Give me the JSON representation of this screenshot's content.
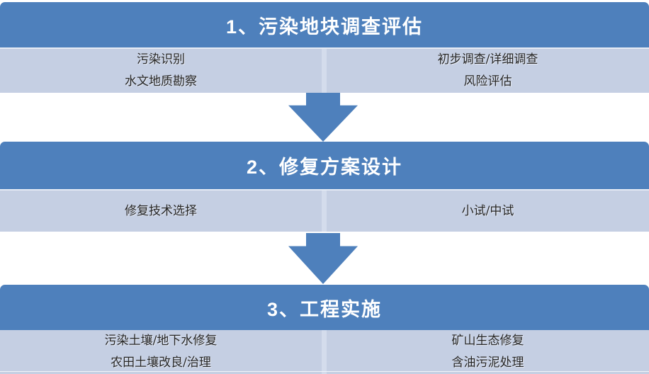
{
  "diagram": {
    "type": "process-flowchart",
    "stages": [
      {
        "title": "1、污染地块调查评估",
        "left_items": [
          "污染识别",
          "水文地质勘察"
        ],
        "right_items": [
          "初步调查/详细调查",
          "风险评估"
        ]
      },
      {
        "title": "2、修复方案设计",
        "left_items": [
          "修复技术选择"
        ],
        "right_items": [
          "小试/中试"
        ]
      },
      {
        "title": "3、工程实施",
        "left_items": [
          "污染土壤/地下水修复",
          "农田土壤改良/治理"
        ],
        "right_items": [
          "矿山生态修复",
          "含油污泥处理"
        ]
      }
    ],
    "connectors": [
      {
        "icon": "down-block-arrow"
      },
      {
        "icon": "down-block-arrow"
      }
    ],
    "colors": {
      "header_blue": "#4E80BC",
      "cell_blue": "#C5CFE3",
      "divider_blue": "#D4DCEC",
      "header_text": "#FFFFFF",
      "body_text": "#262626",
      "background": "#FFFFFF"
    }
  }
}
